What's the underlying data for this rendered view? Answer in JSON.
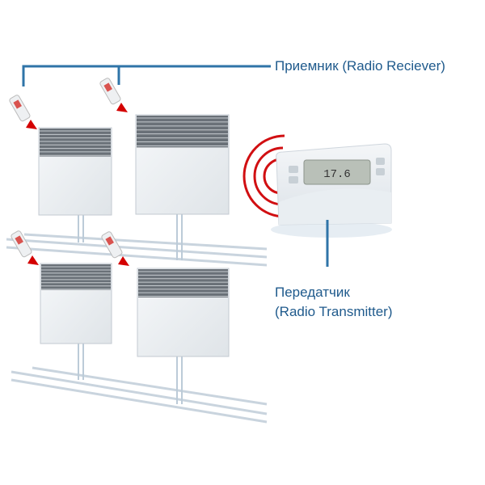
{
  "receiver_label": "Приемник (Radio Reciever)",
  "transmitter_label_ru": "Передатчик",
  "transmitter_label_en": "(Radio Transmitter)",
  "thermostat_display": "17.6",
  "colors": {
    "leader_line": "#2f74a8",
    "label_text": "#1f5a8c",
    "signal": "#d10f12",
    "arrow": "#d40000"
  }
}
